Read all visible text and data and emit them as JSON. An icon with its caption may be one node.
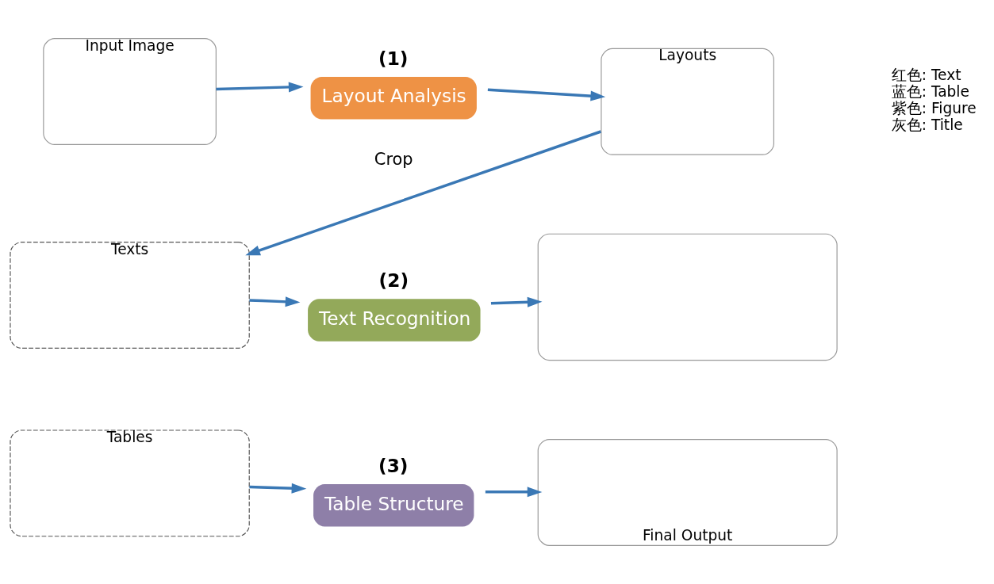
{
  "diagram": {
    "nodes": [
      {
        "text": [
          "Input Image"
        ]
      },
      {
        "text": [
          "Layout Analysis"
        ],
        "beside": [
          "(1)"
        ]
      },
      {
        "text": [
          "Layouts"
        ]
      },
      {
        "text": [
          "Texts"
        ]
      },
      {
        "text": [
          "Text Recognition"
        ],
        "beside": [
          "(2)"
        ]
      },
      {
        "text": [],
        "shape": "box"
      },
      {
        "text": [
          "Tables"
        ]
      },
      {
        "text": [
          "Table Structure"
        ],
        "beside": [
          "(3)"
        ]
      },
      {
        "text": [
          "Final Output"
        ]
      }
    ],
    "edges": [
      {
        "from": 0,
        "to": 1,
        "arrow": "to"
      },
      {
        "from": 1,
        "to": 2,
        "arrow": "to"
      },
      {
        "from": 2,
        "to": 3,
        "arrow": "to",
        "label": "Crop"
      },
      {
        "from": 3,
        "to": 4,
        "arrow": "to"
      },
      {
        "from": 4,
        "to": 5,
        "arrow": "to"
      },
      {
        "from": 6,
        "to": 7,
        "arrow": "to"
      },
      {
        "from": 7,
        "to": 8,
        "arrow": "to"
      }
    ],
    "labels": [
      "红色: Text",
      "蓝色: Table",
      "紫色: Figure",
      "灰色: Title"
    ]
  }
}
